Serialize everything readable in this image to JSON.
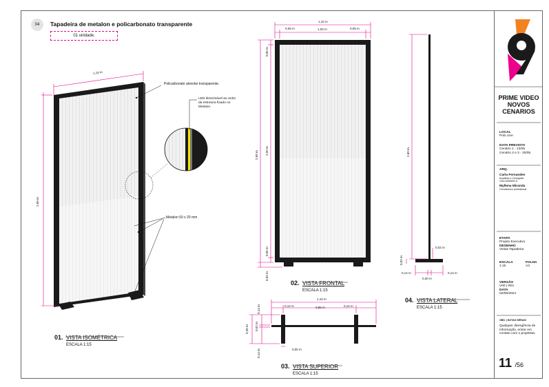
{
  "sheet": {
    "badge": "04",
    "title": "Tapadeira de metalon e policarbonato transparente",
    "units": "01 unidade."
  },
  "annotations": {
    "policarbonato": "Policarbonato alveolar transparente.",
    "led_1": "LED dimerizável ao redor",
    "led_2": "da estrutura fixado no",
    "led_3": "Metalon.",
    "metalon": "Metalon 50 x 20 mm"
  },
  "dims": {
    "iso_width": "1,10 m",
    "iso_height": "2,60 m",
    "front_total": "1,10 m",
    "front_side_l": "0,05 m",
    "front_center": "1,00 m",
    "front_side_r": "0,05 m",
    "front_top": "0,05 m",
    "front_height": "2,60 m",
    "front_panel": "2,50 m",
    "front_bottom": "0,05 m",
    "front_foot": "0,02 m",
    "lat_height": "2,60 m",
    "lat_gap": "0,02 m",
    "lat_foot": "0,02 m",
    "lat_left": "0,14 m",
    "lat_right": "0,14 m",
    "lat_base": "0,30 m",
    "top_total": "1,10 m",
    "top_side_l": "0,12 m",
    "top_center": "0,86 m",
    "top_side_r": "0,12 m",
    "top_depth_top": "0,14 m",
    "top_depth": "0,30 m",
    "top_mid": "0,02 m",
    "top_depth_bot": "0,14 m",
    "top_bottom": "0,05 m"
  },
  "views": {
    "iso": {
      "num": "01.",
      "name": "VISTA ISOMÉTRICA",
      "scale": "ESCALA 1:15"
    },
    "front": {
      "num": "02.",
      "name": "VISTA FRONTAL",
      "scale": "ESCALA 1:15"
    },
    "top": {
      "num": "03.",
      "name": "VISTA SUPERIOR",
      "scale": "ESCALA 1:15"
    },
    "lateral": {
      "num": "04.",
      "name": "VISTA LATERAL",
      "scale": "ESCALA 1:15"
    }
  },
  "titleblock": {
    "brand_1": "PRIME VIDEO",
    "brand_2": "NOVOS",
    "brand_3": "CENARIOS",
    "local_label": "LOCAL",
    "local_value": "Polo cine",
    "data_prev_label": "DATA PREVISTA",
    "data_prev_1": "Cenário 1 - 13/05",
    "data_prev_2": "Cenário 2 e 3 - 20/05.",
    "arq_label": "ARQ.",
    "arq_name_1": "Carla Fernandes",
    "arq_role_1": "Arquiteta e Cenógrafa",
    "arq_cau": "CAU A282602-5",
    "arq_name_2": "Myllena Miranda",
    "arq_role_2": "Cenotécnico profissional",
    "etapa_label": "ETAPA",
    "etapa_value": "Projeto Executivo",
    "desenho_label": "DESENHO",
    "desenho_value": "Vistas Tapadeira",
    "escala_label": "ESCALA",
    "escala_value": "1:15",
    "folha_label": "FOLHA",
    "folha_value": "A3",
    "versao_label": "VERSÃO",
    "versao_value": "V00 | R01",
    "data_label": "DATA",
    "data_value": "02/05/2024",
    "obs_label": "OBS. | NOTAS GERAIS",
    "obs_1": "Qualquer divergência de",
    "obs_2": "informação, entrar em",
    "obs_3": "contato com o projetista.",
    "page_num": "11",
    "page_total": "/56"
  },
  "colors": {
    "dimension": "#e0008c",
    "frame": "#1a1a1a",
    "led": "#f5e400",
    "logo_orange": "#f58220",
    "logo_pink": "#ec008c"
  }
}
